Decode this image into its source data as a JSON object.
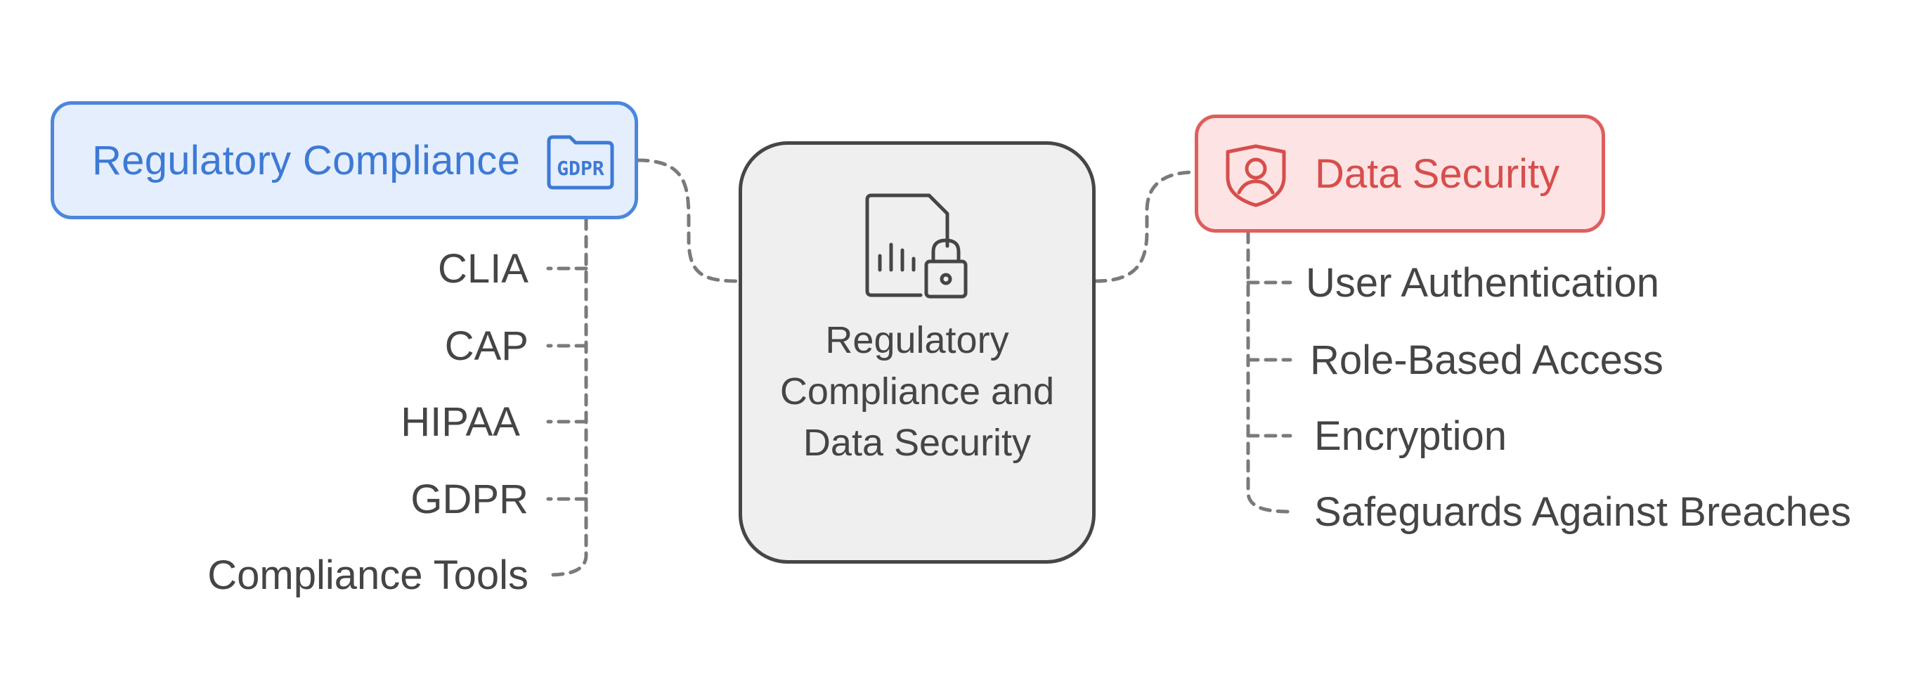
{
  "diagram": {
    "center": {
      "title": "Regulatory Compliance and Data Security",
      "icon": "document-chart-lock-icon"
    },
    "left_branch": {
      "title": "Regulatory Compliance",
      "icon": "gdpr-folder-icon",
      "icon_text": "GDPR",
      "color": "#4c86dd",
      "items": [
        "CLIA",
        "CAP",
        "HIPAA",
        "GDPR",
        "Compliance Tools"
      ]
    },
    "right_branch": {
      "title": "Data Security",
      "icon": "shield-user-icon",
      "color": "#df5e5c",
      "items": [
        "User Authentication",
        "Role-Based Access",
        "Encryption",
        "Safeguards Against Breaches"
      ]
    }
  }
}
